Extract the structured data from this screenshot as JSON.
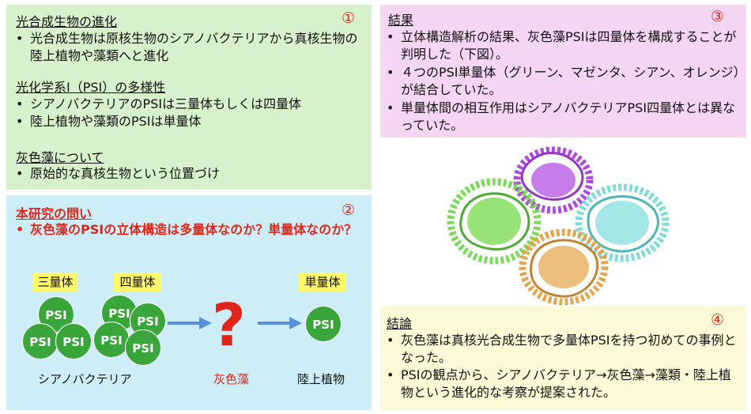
{
  "panel1": {
    "number": "①",
    "heading1": "光合成生物の進化",
    "bullet1": "光合成生物は原核生物のシアノバクテリアから真核生物の陸上植物や藻類へと進化",
    "heading2": "光化学系I（PSI）の多様性",
    "bullet2": "シアノバクテリアのPSIは三量体もしくは四量体",
    "bullet3": "陸上植物や藻類のPSIは単量体",
    "heading3": "灰色藻について",
    "bullet4": "原始的な真核生物という位置づけ"
  },
  "panel2": {
    "number": "②",
    "heading": "本研究の問い",
    "question": "灰色藻のPSIの立体構造は多量体なのか？単量体なのか？",
    "tag_trimer": "三量体",
    "tag_tetramer": "四量体",
    "tag_monomer": "単量体",
    "psi_label": "PSI",
    "question_mark": "?",
    "caption_cyano": "シアノバクテリア",
    "caption_glauco": "灰色藻",
    "caption_plant": "陸上植物"
  },
  "panel3": {
    "number": "③",
    "heading": "結果",
    "bullet1": "立体構造解析の結果、灰色藻PSIは四量体を構成することが判明した（下図）。",
    "bullet2": "４つのPSI単量体（グリーン、マゼンタ、シアン、オレンジ）が結合していた。",
    "bullet3": "単量体間の相互作用はシアノバクテリアPSI四量体とは異なっていた。"
  },
  "panel4": {
    "number": "④",
    "heading": "結論",
    "bullet1": "灰色藻は真核光合成生物で多量体PSIを持つ初めての事例となった。",
    "bullet2": "PSIの観点から、シアノバクテリア→灰色藻→藻類・陸上植物という進化的な考察が提案された。"
  },
  "colors": {
    "green_panel": "#d6f1cc",
    "blue_panel": "#cdeef9",
    "pink_panel": "#f4d5f2",
    "yellow_panel": "#fcf9d6",
    "accent_red": "#e0261b",
    "psi_green": "#3aa53a",
    "arrow_blue": "#5b8fd6",
    "tag_yellow": "#fff86a",
    "monomer_green": "#6fd64a",
    "monomer_magenta": "#a63ad8",
    "monomer_cyan": "#74d8d8",
    "monomer_orange": "#e0a040"
  }
}
